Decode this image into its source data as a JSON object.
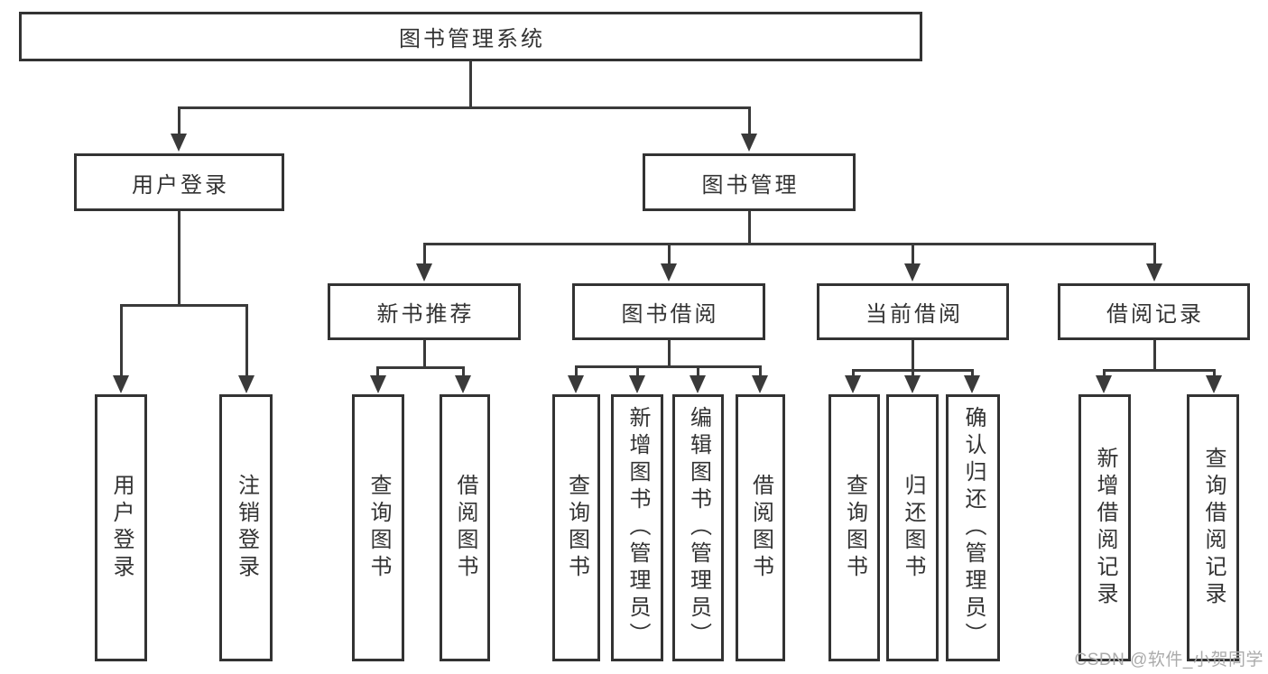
{
  "diagram": {
    "type": "tree",
    "accent_color": "#333333",
    "background": "#ffffff",
    "root": {
      "label": "图书管理系统"
    },
    "branches": [
      {
        "label": "用户登录",
        "children": [
          {
            "label": "用户登录"
          },
          {
            "label": "注销登录"
          }
        ]
      },
      {
        "label": "图书管理",
        "children": [
          {
            "label": "新书推荐",
            "children": [
              {
                "label": "查询图书"
              },
              {
                "label": "借阅图书"
              }
            ]
          },
          {
            "label": "图书借阅",
            "children": [
              {
                "label": "查询图书"
              },
              {
                "label": "新增图书（管理员）"
              },
              {
                "label": "编辑图书（管理员）"
              },
              {
                "label": "借阅图书"
              }
            ]
          },
          {
            "label": "当前借阅",
            "children": [
              {
                "label": "查询图书"
              },
              {
                "label": "归还图书"
              },
              {
                "label": "确认归还（管理员）"
              }
            ]
          },
          {
            "label": "借阅记录",
            "children": [
              {
                "label": "新增借阅记录"
              },
              {
                "label": "查询借阅记录"
              }
            ]
          }
        ]
      }
    ]
  },
  "watermark": {
    "text": "CSDN @软件_小贺同学"
  }
}
